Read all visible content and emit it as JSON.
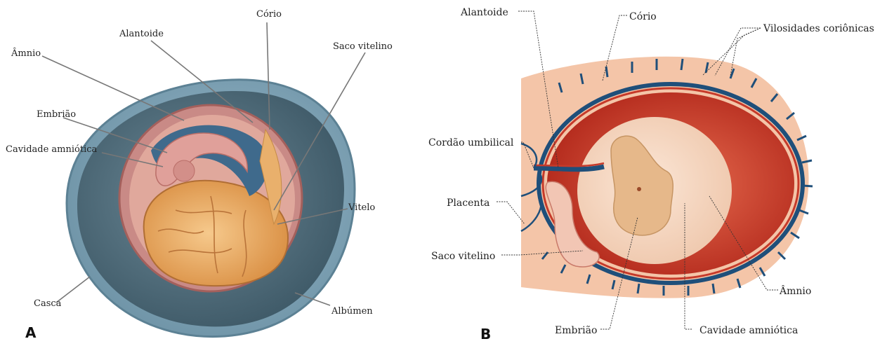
{
  "panels": {
    "a": {
      "letter": "A",
      "labels": {
        "corio": "Cório",
        "alantoide": "Alantoide",
        "amnio": "Âmnio",
        "saco_vitelino": "Saco vitelino",
        "embriao": "Embrião",
        "cavidade_amniotica": "Cavidade  amniótica",
        "vitelo": "Vitelo",
        "casca": "Casca",
        "albumen": "Albúmen"
      }
    },
    "b": {
      "letter": "B",
      "labels": {
        "alantoide": "Alantoide",
        "corio": "Cório",
        "vilosidades": "Vilosidades coriônicas",
        "cordao": "Cordão umbilical",
        "placenta": "Placenta",
        "saco_vitelino": "Saco vitelino",
        "amnio": "Âmnio",
        "embriao": "Embrião",
        "cavidade_amniotica": "Cavidade amniótica"
      }
    }
  },
  "colors": {
    "shell": "#7ea3b6",
    "albumen": "#4f6d7c",
    "chorion": "#c98a86",
    "yolk": "#e9a964",
    "embryo": "#e0a09a",
    "amnion_blue": "#3f6a8c",
    "uterine_tissue": "#f4c5a8",
    "amniotic_red": "#c63a2a",
    "vessel_blue": "#1f4f7a"
  }
}
